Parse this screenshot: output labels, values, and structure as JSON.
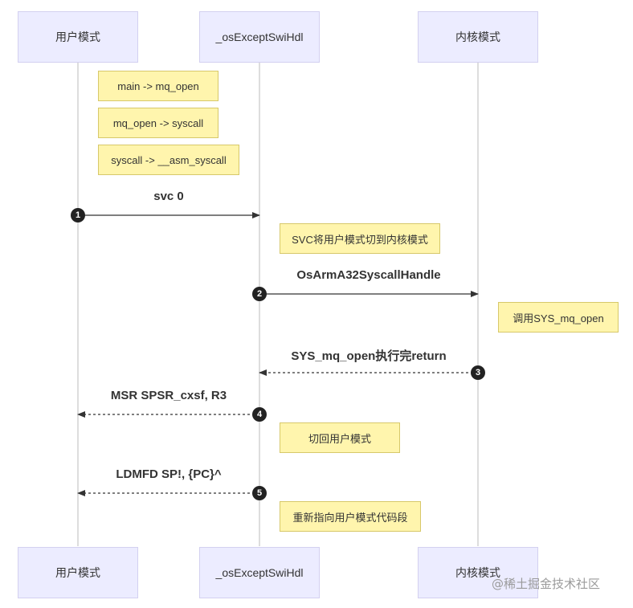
{
  "actors": [
    {
      "label": "用户模式"
    },
    {
      "label": "_osExceptSwiHdl"
    },
    {
      "label": "内核模式"
    }
  ],
  "notes": [
    {
      "text": "main -> mq_open"
    },
    {
      "text": "mq_open -> syscall"
    },
    {
      "text": "syscall -> __asm_syscall"
    },
    {
      "text": "SVC将用户模式切到内核模式"
    },
    {
      "text": "调用SYS_mq_open"
    },
    {
      "text": "切回用户模式"
    },
    {
      "text": "重新指向用户模式代码段"
    }
  ],
  "messages": [
    {
      "seq": "1",
      "label": "svc 0"
    },
    {
      "seq": "2",
      "label": "OsArmA32SyscallHandle"
    },
    {
      "seq": "3",
      "label": "SYS_mq_open执行完return"
    },
    {
      "seq": "4",
      "label": "MSR SPSR_cxsf, R3"
    },
    {
      "seq": "5",
      "label": "LDMFD SP!, {PC}^"
    }
  ],
  "watermark": "@稀土掘金技术社区",
  "colors": {
    "actor_fill": "#ececff",
    "actor_border": "#d3d0f0",
    "note_fill": "#fff5ad",
    "note_border": "#d7c86a",
    "line": "#333333",
    "lifeline": "#dddddd"
  }
}
